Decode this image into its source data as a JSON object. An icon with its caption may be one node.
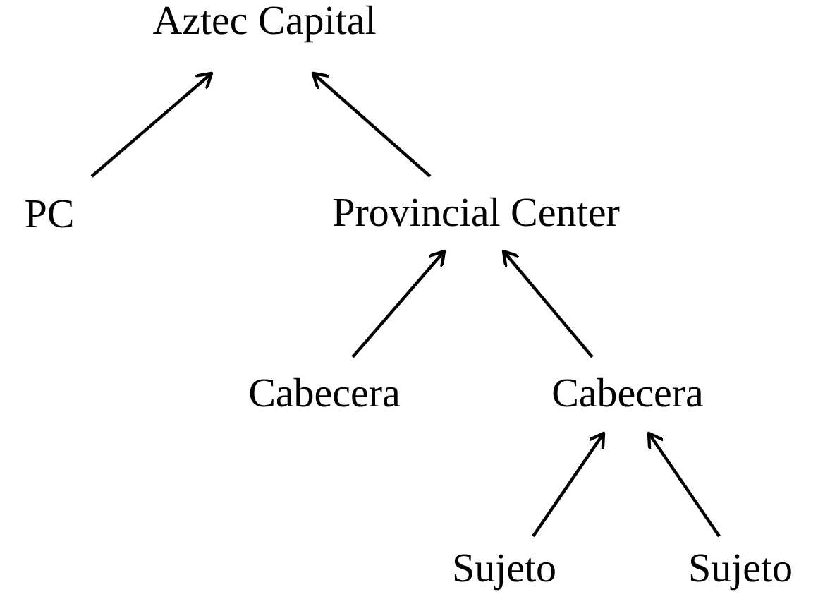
{
  "diagram": {
    "nodes": [
      {
        "text": [
          "Aztec Capital"
        ]
      },
      {
        "text": [
          "PC"
        ]
      },
      {
        "text": [
          "Provincial Center"
        ]
      },
      {
        "text": [
          "Cabecera"
        ]
      },
      {
        "text": [
          "Cabecera"
        ]
      },
      {
        "text": [
          "Sujeto"
        ]
      },
      {
        "text": [
          "Sujeto"
        ]
      }
    ],
    "edges": [
      {
        "from": 1,
        "to": 0,
        "arrow": "to"
      },
      {
        "from": 2,
        "to": 0,
        "arrow": "to"
      },
      {
        "from": 3,
        "to": 2,
        "arrow": "to"
      },
      {
        "from": 4,
        "to": 2,
        "arrow": "to"
      },
      {
        "from": 5,
        "to": 4,
        "arrow": "to"
      },
      {
        "from": 6,
        "to": 4,
        "arrow": "to"
      }
    ]
  }
}
